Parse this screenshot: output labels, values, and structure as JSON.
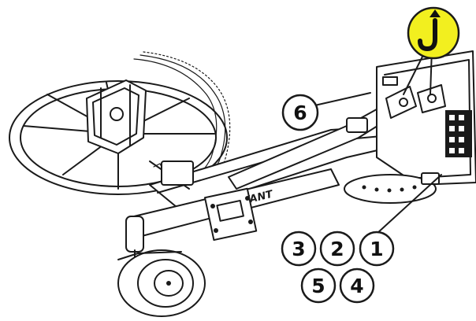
{
  "callouts": [
    {
      "id": "c6",
      "label": "6"
    },
    {
      "id": "c3",
      "label": "3"
    },
    {
      "id": "c2",
      "label": "2"
    },
    {
      "id": "c1",
      "label": "1"
    },
    {
      "id": "c5",
      "label": "5"
    },
    {
      "id": "c4",
      "label": "4"
    }
  ],
  "brand_text": "AVANT",
  "lifting_point_symbol": {
    "icon": "lifting-hook-icon",
    "color": "#f2ef1f"
  },
  "colors": {
    "line": "#1a1a1a",
    "background": "#ffffff",
    "hook_badge": "#f2ef1f"
  }
}
